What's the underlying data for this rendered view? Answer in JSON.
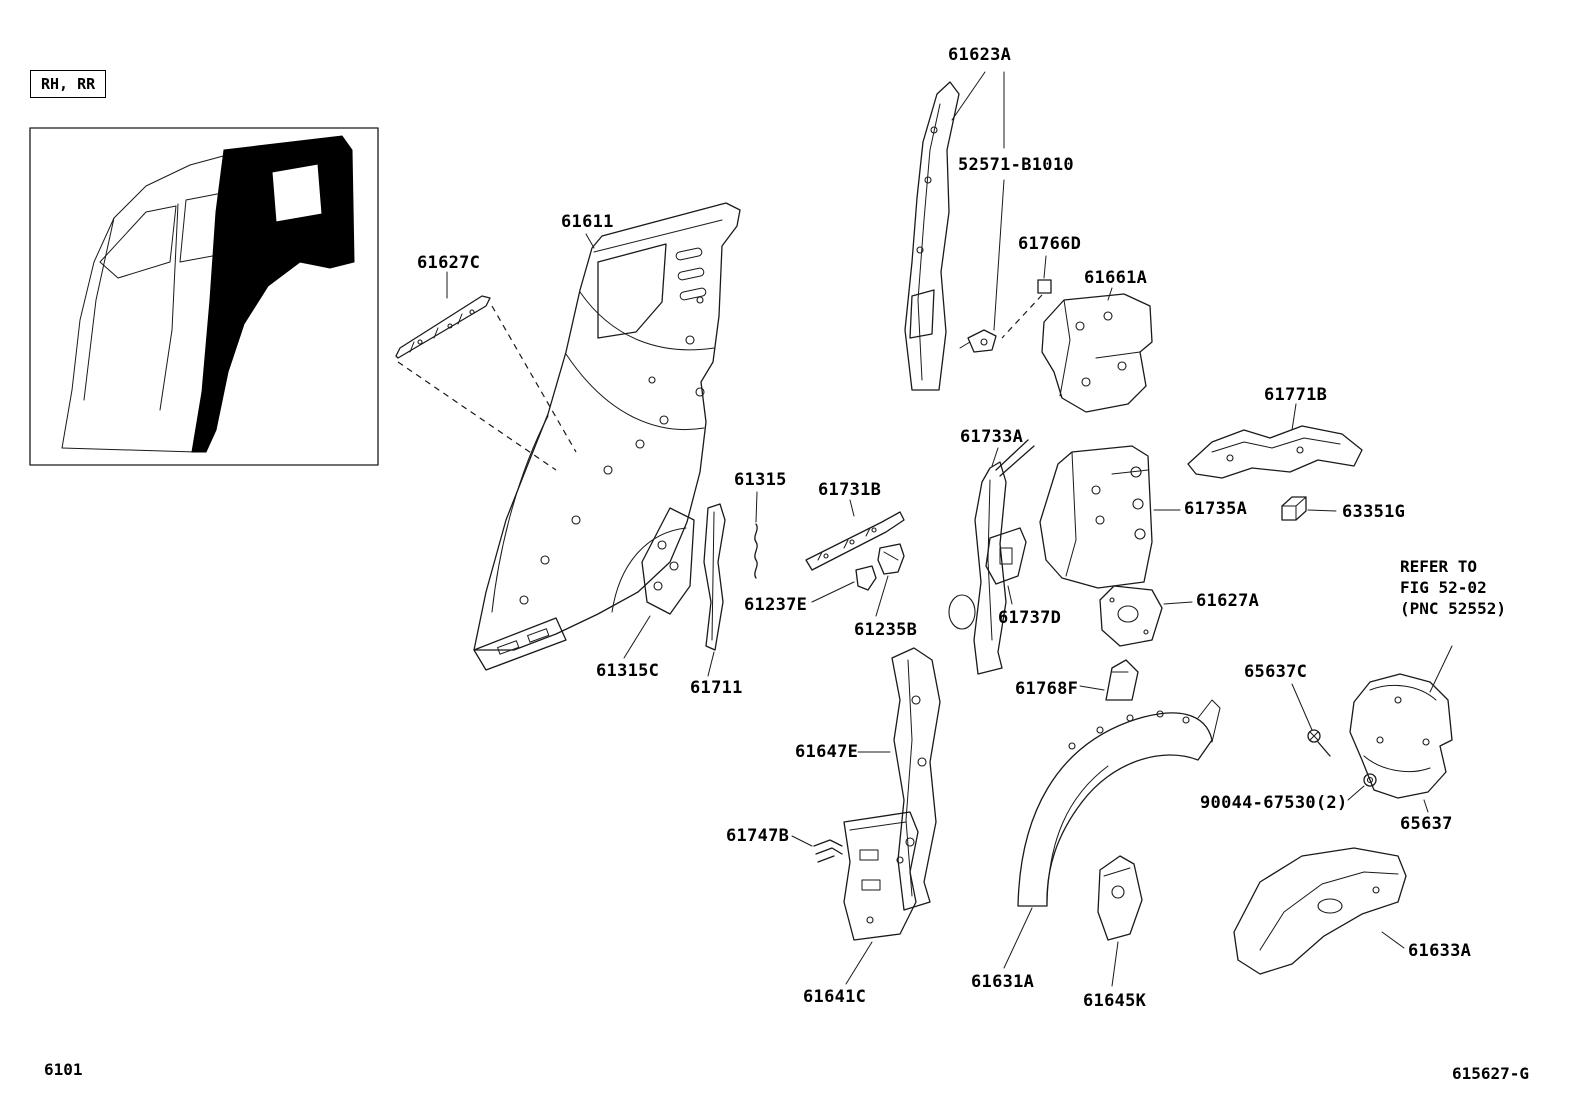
{
  "header": {
    "orientation": "RH, RR"
  },
  "footer": {
    "page_code": "6101",
    "figure_code": "615627-G"
  },
  "note": {
    "line1": "REFER TO",
    "line2": "FIG 52-02",
    "line3": "(PNC 52552)"
  },
  "labels": {
    "p61623A": "61623A",
    "p52571B1010": "52571-B1010",
    "p61611": "61611",
    "p61627C": "61627C",
    "p61766D": "61766D",
    "p61661A": "61661A",
    "p61771B": "61771B",
    "p61733A": "61733A",
    "p61315": "61315",
    "p61731B": "61731B",
    "p61735A": "61735A",
    "p63351G": "63351G",
    "p61237E": "61237E",
    "p61235B": "61235B",
    "p61737D": "61737D",
    "p61627A": "61627A",
    "p61315C": "61315C",
    "p61711": "61711",
    "p61768F": "61768F",
    "p65637C": "65637C",
    "p61647E": "61647E",
    "p90044": "90044-67530(2)",
    "p65637": "65637",
    "p61747B": "61747B",
    "p61633A": "61633A",
    "p61641C": "61641C",
    "p61631A": "61631A",
    "p61645K": "61645K"
  },
  "colors": {
    "line": "#1a1a1a",
    "background": "#ffffff",
    "silhouette_fill": "#000000"
  }
}
